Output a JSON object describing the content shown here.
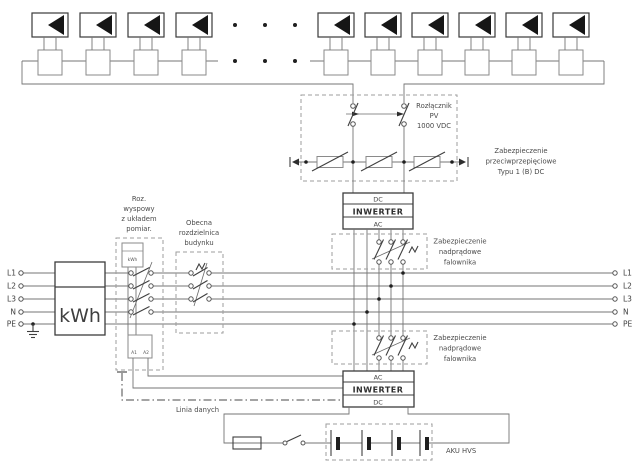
{
  "colors": {
    "background": "#ffffff",
    "wire": "#757575",
    "symbol": "#3f3f3f",
    "dashed_box": "#9e9e9e",
    "panel_triangle": "#161616",
    "text": "#4a4a4a"
  },
  "pv_array": {
    "module_count_left": 4,
    "module_count_right": 6
  },
  "labels": {
    "disconnector": [
      "Rozłącznik",
      "PV",
      "1000 VDC"
    ],
    "surge_protection": [
      "Zabezpieczenie",
      "przeciwprzepięciowe",
      "Typu 1 (B) DC"
    ],
    "inverter_breaker_top": [
      "Zabezpieczenie",
      "nadprądowe",
      "falownika"
    ],
    "inverter_breaker_bottom": [
      "Zabezpieczenie",
      "nadprądowe",
      "falownika"
    ],
    "island_switch": [
      "Roz.",
      "wyspowy",
      "z układem",
      "pomiar."
    ],
    "building_board": [
      "Obecna",
      "rozdzielnica",
      "budynku"
    ],
    "data_line": "Linia danych",
    "battery": "AKU HVS"
  },
  "meter": {
    "display": "kWh",
    "sub_meter": "kWh"
  },
  "contactor_coil": {
    "a1": "A1",
    "a2": "A2"
  },
  "inverter_top": {
    "top": "DC",
    "name": "INWERTER",
    "bottom": "AC"
  },
  "inverter_bottom": {
    "top": "AC",
    "name": "INWERTER",
    "bottom": "DC"
  },
  "bus": {
    "left": [
      "L1",
      "L2",
      "L3",
      "N",
      "PE"
    ],
    "right": [
      "L1",
      "L2",
      "L3",
      "N",
      "PE"
    ]
  }
}
